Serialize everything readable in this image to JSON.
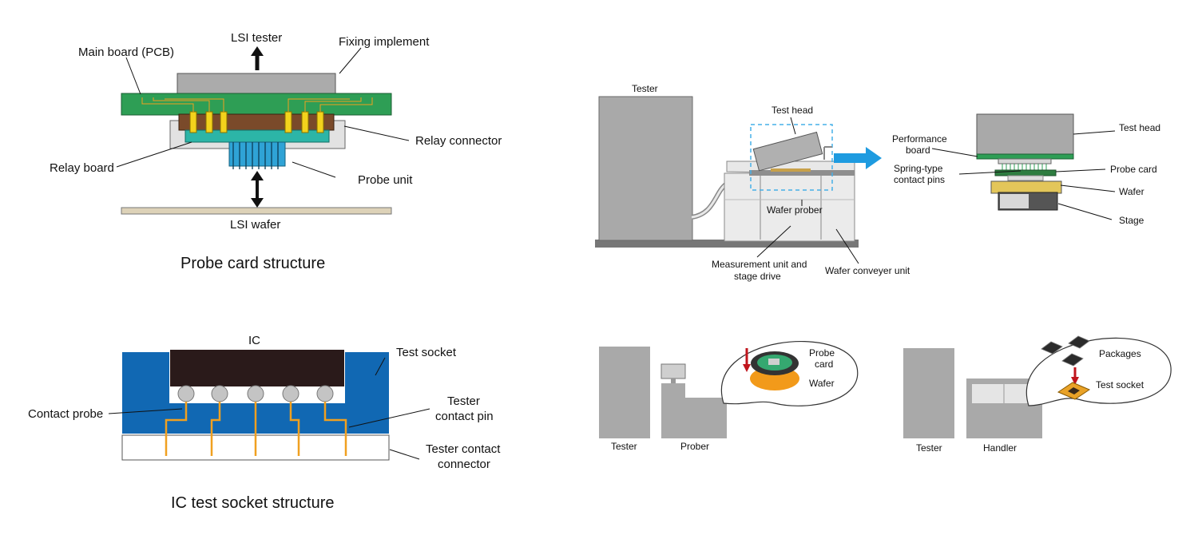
{
  "probe_card": {
    "lsi_tester": "LSI tester",
    "fixing_implement": "Fixing implement",
    "main_board": "Main board (PCB)",
    "relay_connector": "Relay connector",
    "relay_board": "Relay board",
    "probe_unit": "Probe unit",
    "lsi_wafer": "LSI wafer",
    "caption": "Probe card structure"
  },
  "socket": {
    "ic": "IC",
    "test_socket": "Test socket",
    "contact_probe": "Contact probe",
    "tester_contact_pin_1": "Tester",
    "tester_contact_pin_2": "contact pin",
    "tester_contact_connector_1": "Tester contact",
    "tester_contact_connector_2": "connector",
    "caption": "IC test socket structure"
  },
  "prober_system": {
    "tester": "Tester",
    "test_head": "Test head",
    "wafer_prober": "Wafer prober",
    "measurement_unit_1": "Measurement unit and",
    "measurement_unit_2": "stage drive",
    "wafer_conveyer": "Wafer conveyer unit",
    "performance_board_1": "Performance",
    "performance_board_2": "board",
    "spring_pins_1": "Spring-type",
    "spring_pins_2": "contact pins",
    "detail_test_head": "Test head",
    "probe_card": "Probe card",
    "wafer": "Wafer",
    "stage": "Stage"
  },
  "prober_setup": {
    "tester": "Tester",
    "prober": "Prober",
    "probe_card_1": "Probe",
    "probe_card_2": "card",
    "wafer": "Wafer"
  },
  "handler_setup": {
    "tester": "Tester",
    "handler": "Handler",
    "packages": "Packages",
    "test_socket": "Test socket"
  },
  "colors": {
    "pcb_green": "#2e9e55",
    "relay_brown": "#7a4a2a",
    "probe_blue": "#2fa3d6",
    "socket_blue": "#1168b3",
    "trace_orange": "#f0a020",
    "equipment_gray": "#a9a9a9",
    "arrow_blue": "#1e9be0"
  }
}
